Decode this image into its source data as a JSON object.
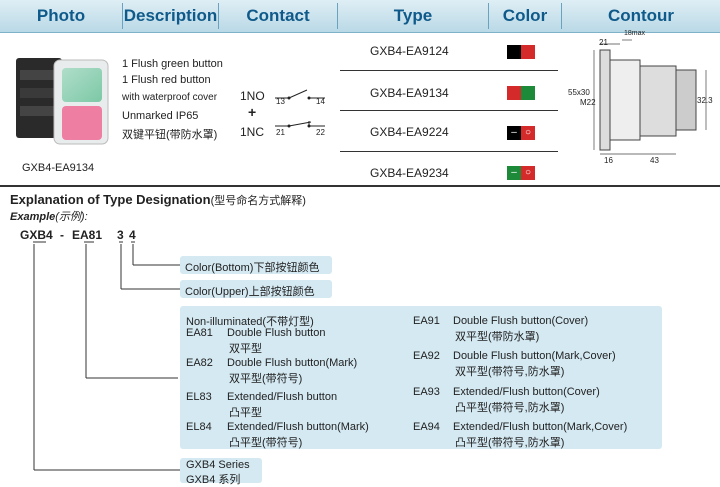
{
  "header": {
    "photo": "Photo",
    "description": "Description",
    "contact": "Contact",
    "type": "Type",
    "color": "Color",
    "contour": "Contour"
  },
  "photo_caption": "GXB4-EA9134",
  "description_lines": [
    "1 Flush green button",
    "1 Flush red button",
    "with waterproof cover",
    "Unmarked IP65",
    "双键平钮(带防水罩)"
  ],
  "contact": {
    "no_label": "1NO",
    "no_terms": [
      "13",
      "14"
    ],
    "plus": "+",
    "nc_label": "1NC",
    "nc_terms": [
      "21",
      "22"
    ]
  },
  "types": [
    {
      "code": "GXB4-EA9124",
      "left": "#000000",
      "right": "#d42a2a"
    },
    {
      "code": "GXB4-EA9134",
      "left": "#d42a2a",
      "right": "#1d8a3a"
    },
    {
      "code": "GXB4-EA9224",
      "left": "#000000",
      "right": "#d42a2a",
      "icon_left": "–",
      "icon_right": "○"
    },
    {
      "code": "GXB4-EA9234",
      "left": "#1d8a3a",
      "right": "#d42a2a",
      "icon_left": "–",
      "icon_right": "○"
    }
  ],
  "contour_dims": {
    "d1": "21",
    "d2": "18max",
    "d3": "55x30",
    "d4": "M22",
    "d5": "32.3",
    "d6": "16",
    "d7": "43"
  },
  "explanation": {
    "title": "Explanation of Type Designation",
    "title_cn": "(型号命名方式解释)",
    "example": "Example",
    "example_cn": "(示例):",
    "parts": [
      "GXB4",
      "-",
      "EA81",
      "3",
      "4"
    ],
    "color_bottom": "Color(Bottom)下部按钮颜色",
    "color_upper": "Color(Upper)上部按钮颜色",
    "series": "GXB4 Series",
    "series_cn": "GXB4 系列",
    "non_illuminated": "Non-illuminated(不带灯型)",
    "left_items": [
      {
        "code": "EA81",
        "en": "Double Flush button",
        "cn": "双平型"
      },
      {
        "code": "EA82",
        "en": "Double Flush button(Mark)",
        "cn": "双平型(带符号)"
      },
      {
        "code": "EL83",
        "en": "Extended/Flush button",
        "cn": "凸平型"
      },
      {
        "code": "EL84",
        "en": "Extended/Flush button(Mark)",
        "cn": "凸平型(带符号)"
      }
    ],
    "right_items": [
      {
        "code": "EA91",
        "en": "Double Flush button(Cover)",
        "cn": "双平型(带防水罩)"
      },
      {
        "code": "EA92",
        "en": "Double Flush button(Mark,Cover)",
        "cn": "双平型(带符号,防水罩)"
      },
      {
        "code": "EA93",
        "en": "Extended/Flush button(Cover)",
        "cn": "凸平型(带符号,防水罩)"
      },
      {
        "code": "EA94",
        "en": "Extended/Flush button(Mark,Cover)",
        "cn": "凸平型(带符号,防水罩)"
      }
    ]
  }
}
